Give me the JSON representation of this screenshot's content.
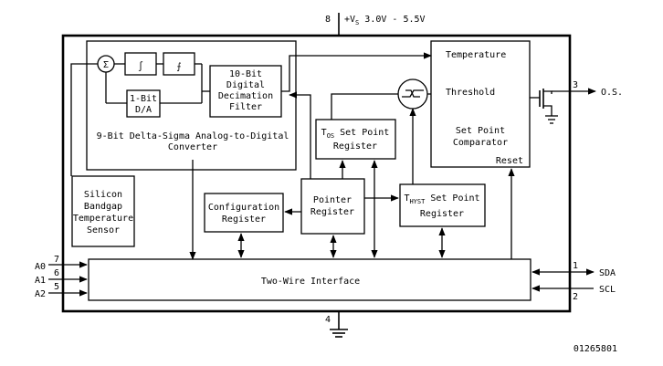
{
  "supply": {
    "pin": "8",
    "label_prefix": "+V",
    "label_sub": "S",
    "label_range": "3.0V - 5.5V"
  },
  "ground": {
    "pin": "4"
  },
  "adc": {
    "sigma_symbol": "Σ",
    "integrator_symbol": "∫",
    "comparator_symbol": "⨍",
    "dac_line1": "1-Bit",
    "dac_line2": "D/A",
    "filter_line1": "10-Bit",
    "filter_line2": "Digital",
    "filter_line3": "Decimation",
    "filter_line4": "Filter",
    "caption_line1": "9-Bit Delta-Sigma Analog-to-Digital",
    "caption_line2": "Converter"
  },
  "sensor": {
    "line1": "Silicon",
    "line2": "Bandgap",
    "line3": "Temperature",
    "line4": "Sensor"
  },
  "config": {
    "line1": "Configuration",
    "line2": "Register"
  },
  "pointer": {
    "line1": "Pointer",
    "line2": "Register"
  },
  "tos": {
    "prefix": "T",
    "sub": "OS",
    "suffix": " Set Point",
    "line2": "Register"
  },
  "thyst": {
    "prefix": "T",
    "sub": "HYST",
    "suffix": " Set Point",
    "line2": "Register"
  },
  "comparator": {
    "line_temperature": "Temperature",
    "line_threshold": "Threshold",
    "line_setpoint": "Set Point",
    "line_comparator": "Comparator",
    "line_reset": "Reset"
  },
  "interface": {
    "label": "Two-Wire Interface"
  },
  "pins": {
    "a0": {
      "name": "A0",
      "num": "7"
    },
    "a1": {
      "name": "A1",
      "num": "6"
    },
    "a2": {
      "name": "A2",
      "num": "5"
    },
    "os": {
      "name": "O.S.",
      "num": "3"
    },
    "sda": {
      "name": "SDA",
      "num": "1"
    },
    "scl": {
      "name": "SCL",
      "num": "2"
    }
  },
  "doc_id": "01265801"
}
